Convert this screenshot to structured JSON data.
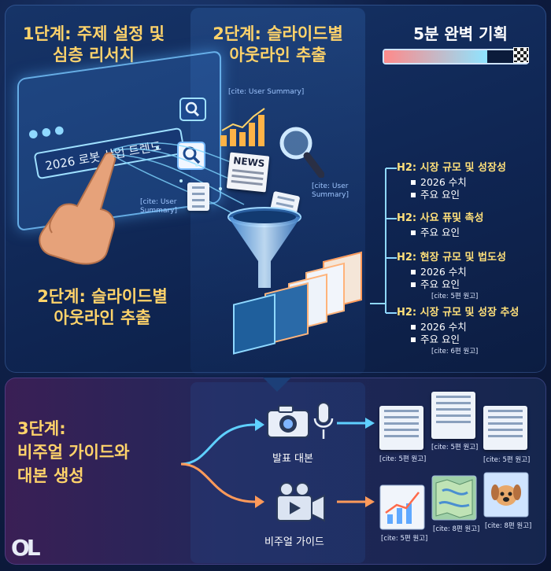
{
  "titles": {
    "step1": [
      "1단계: 주제 설정 및",
      "심층 리서치"
    ],
    "step2_top": [
      "2단계: 슬라이드별",
      "아웃라인 추출"
    ],
    "plan": "5분 완벽 기획",
    "step2_left": [
      "2단계: 슬라이드별",
      "아웃라인 추출"
    ],
    "step3": [
      "3단계:",
      "비주얼 가이드와",
      "대본 생성"
    ]
  },
  "search": {
    "query": "2026 로봇 산업 트렌드"
  },
  "cites": {
    "c1": "[cite: User Summary]",
    "c2a": "[cite: User",
    "c2b": "Summary]",
    "c3a": "[cite: User",
    "c3b": "Summary]"
  },
  "news_label": "NEWS",
  "outline": [
    {
      "h": "H2: 시장 규모 및 성장성",
      "items": [
        "2026 수치",
        "주요 요인"
      ],
      "cite": ""
    },
    {
      "h": "H2: 사요 퓨및 촉성",
      "items": [
        "주요 요인"
      ],
      "cite": ""
    },
    {
      "h": "H2: 현장 규모 및 법도성",
      "items": [
        "2026 수치",
        "주요 요인"
      ],
      "cite": "[cite: 5편 원고]"
    },
    {
      "h": "H2: 시장 규모 및 성장 추성",
      "items": [
        "2026 수치",
        "주요 요인"
      ],
      "cite": "[cite: 6편 원고]"
    }
  ],
  "bottom": {
    "script_label": "발표 대본",
    "visual_label": "비주얼 가이드",
    "script_cites": [
      "[cite: 5편 원고]",
      "[cite: 5편 원고]",
      "[cite: 5편 원고]"
    ],
    "visual_cites": [
      "[cite: 5편 원고]",
      "[cite: 8편 원고]",
      "[cite: 8편 원고]"
    ]
  },
  "logo": "OL",
  "progress": 0.72,
  "colors": {
    "accent": "#ffd36a",
    "arrow_blue": "#5fd0ff",
    "arrow_orange": "#ff9a5a"
  }
}
